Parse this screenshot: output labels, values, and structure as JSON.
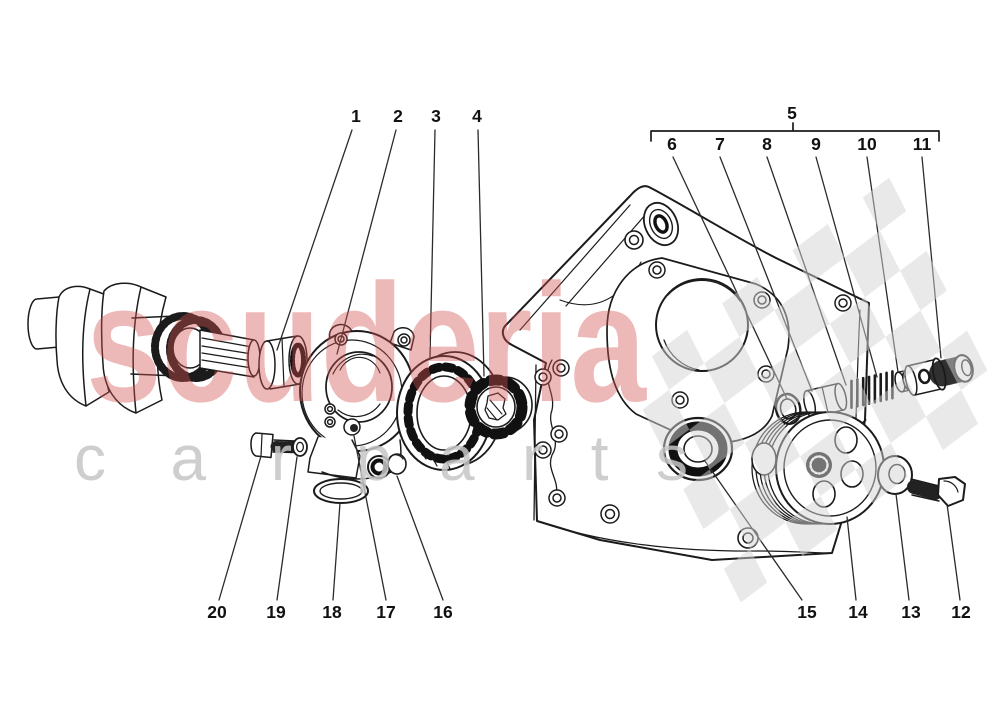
{
  "figure": {
    "background": "#ffffff"
  },
  "watermark": {
    "brand": "scuderia",
    "sub_word1": "car",
    "sub_word2": "parts",
    "brand_color": "#d45050",
    "sub_color": "#c6c6c6",
    "checker_color": "#d2d2d2"
  },
  "callouts": {
    "top": [
      "1",
      "2",
      "3",
      "4"
    ],
    "group_label": "5",
    "valve_group": [
      "6",
      "7",
      "8",
      "9",
      "10",
      "11"
    ],
    "bottom_left": [
      "20",
      "19",
      "18",
      "17",
      "16"
    ],
    "bottom_right": [
      "15",
      "14",
      "13",
      "12"
    ]
  }
}
